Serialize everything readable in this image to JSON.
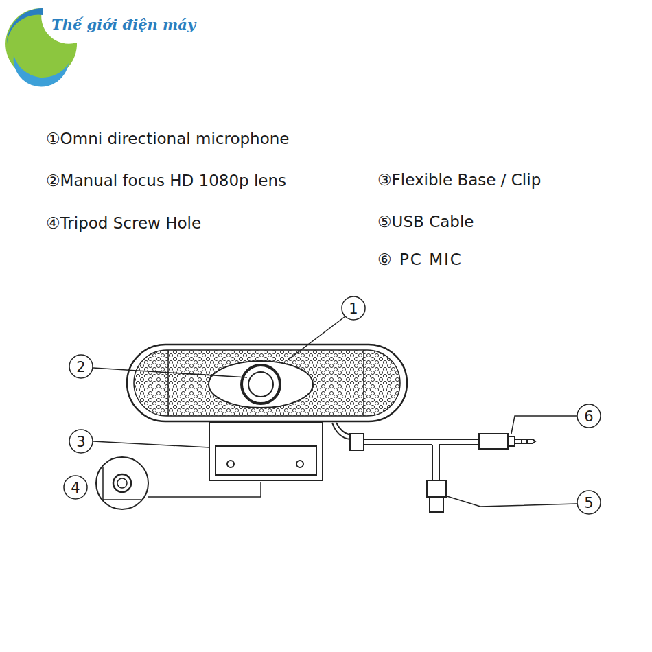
{
  "diagram": {
    "labels": [
      "Thế giới điện máy",
      "①Omni directional microphone",
      "②Manual focus HD 1080p lens",
      "③Flexible Base / Clip",
      "④Tripod Screw Hole",
      "⑤USB Cable",
      "⑥ PC MIC",
      "1",
      "2",
      "3",
      "4",
      "5",
      "6"
    ]
  }
}
